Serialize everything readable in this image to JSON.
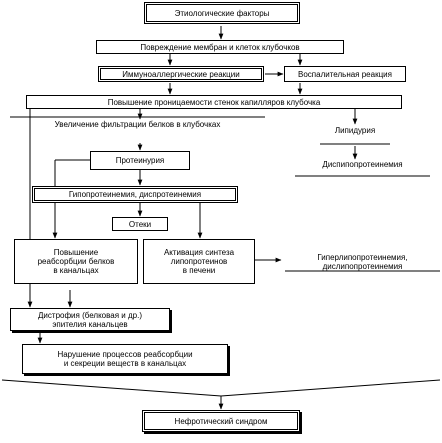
{
  "nodes": {
    "etiology": "Этиологические факторы",
    "membrane_damage": "Повреждение мембран и клеток клубочков",
    "immunoallergic": "Иммуноаллергические реакции",
    "inflammatory": "Воспалительная реакция",
    "permeability": "Повышение проницаемости стенок капилляров клубочка",
    "filtration": "Увеличение фильтрации белков в клубочках",
    "lipiduria": "Липидурия",
    "dysproteinemia_right": "Диспипопротеинемия",
    "proteinuria": "Протеинурия",
    "hypoproteinemia": "Гипопротеинемия, диспротеинемия",
    "edema": "Отеки",
    "reabsorption_increase": "Повышение\nреабсорбции белков\nв канальцах",
    "synthesis_activation": "Активация синтеза\nлипопротеинов\nв печени",
    "hyperlipoproteinemia": "Гиперлипопротеинемия,\nдислипопротеинемия",
    "dystrophy": "Дистрофия (белковая и др.)\nэпителия канальцев",
    "reabsorption_disorder": "Нарушение процессов реабсорбции\nи секреции веществ в канальцах",
    "nephrotic_syndrome": "Нефротический синдром"
  }
}
